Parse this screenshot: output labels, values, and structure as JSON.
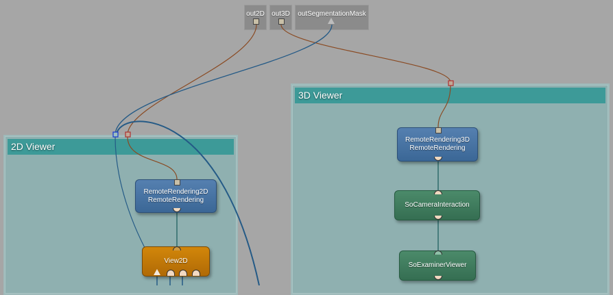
{
  "outputs": [
    {
      "id": "out2d",
      "label": "out2D"
    },
    {
      "id": "out3d",
      "label": "out3D"
    },
    {
      "id": "outseg",
      "label": "outSegmentationMask"
    }
  ],
  "groups": {
    "viewer2d": {
      "title": "2D Viewer"
    },
    "viewer3d": {
      "title": "3D Viewer"
    }
  },
  "nodes": {
    "remote2d": {
      "line1": "RemoteRendering2D",
      "line2": "RemoteRendering"
    },
    "view2d": {
      "label": "View2D"
    },
    "remote3d": {
      "line1": "RemoteRendering3D",
      "line2": "RemoteRendering"
    },
    "camera": {
      "label": "SoCameraInteraction"
    },
    "examiner": {
      "label": "SoExaminerViewer"
    }
  },
  "colors": {
    "wire_image": "#8a4a22",
    "wire_scene": "#245a86",
    "wire_teal": "#2f6b6b",
    "group_bg": "#8fb0b0",
    "group_header": "#3d9a98"
  }
}
